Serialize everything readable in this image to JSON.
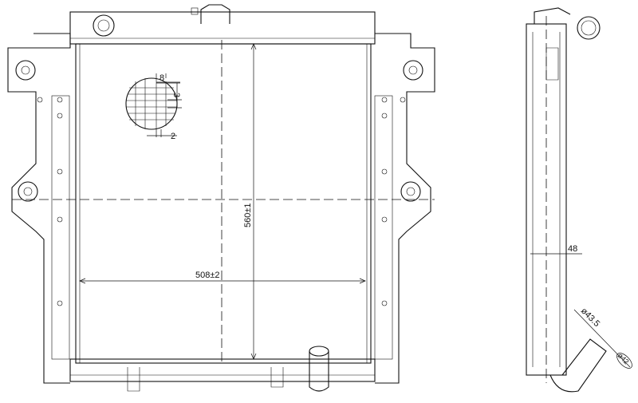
{
  "drawing": {
    "fin_detail": {
      "pitch_label": "8",
      "height_label": "3",
      "thickness_label": "2"
    },
    "front_view": {
      "height_label": "560±1",
      "width_label": "508±2"
    },
    "side_view": {
      "depth_label": "48",
      "outlet_diameter_label": "ø43.5",
      "inlet_diameter_label": "ø42"
    }
  }
}
